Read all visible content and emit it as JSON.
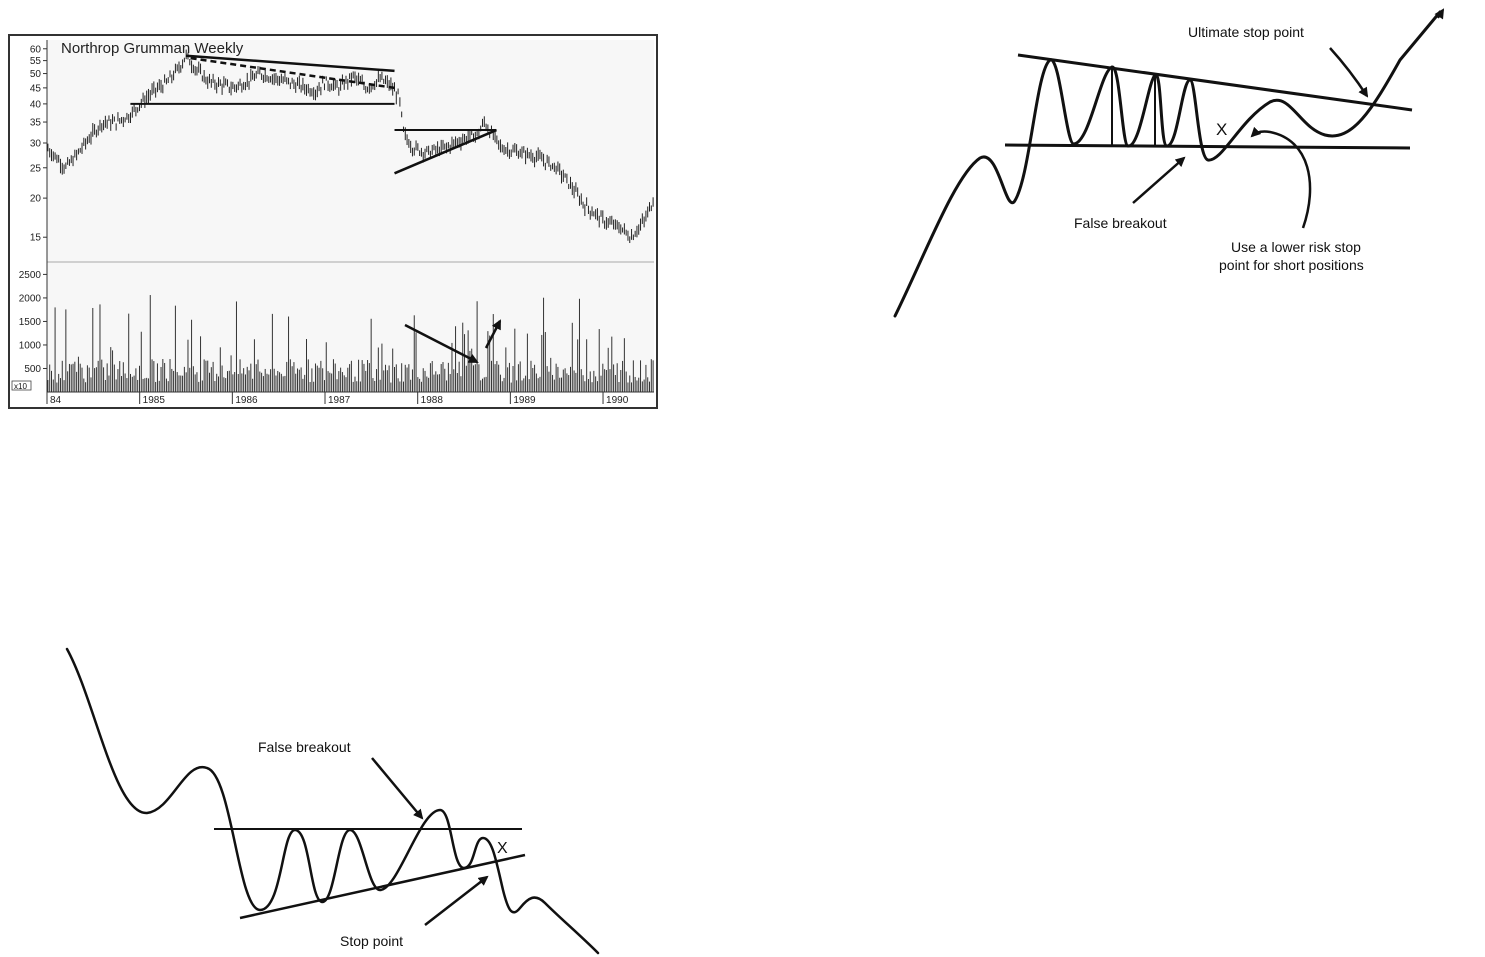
{
  "chart_data": [
    {
      "type": "bar",
      "title": "Northrop Grumman Weekly",
      "price_scale": "log",
      "price_ticks": [
        15,
        20,
        25,
        30,
        35,
        40,
        45,
        50,
        55,
        60
      ],
      "price_tick_labels": [
        "15",
        "20",
        "25",
        "30",
        "35",
        "40",
        "45",
        "50",
        "55",
        "60"
      ],
      "volume_ticks": [
        500,
        1000,
        1500,
        2000,
        2500
      ],
      "volume_tick_labels": [
        "500",
        "1000",
        "1500",
        "2000",
        "2500"
      ],
      "volume_unit_label": "x10",
      "x_tick_labels": [
        "84",
        "1985",
        "1986",
        "1987",
        "1988",
        "1989",
        "1990"
      ],
      "x_ticks": [
        1984.0,
        1985.0,
        1986.0,
        1987.0,
        1988.0,
        1989.0,
        1990.0
      ],
      "x_range": [
        1984.0,
        1990.55
      ],
      "price_path": [
        [
          1984.0,
          29
        ],
        [
          1984.1,
          27
        ],
        [
          1984.2,
          25
        ],
        [
          1984.3,
          27
        ],
        [
          1984.45,
          31
        ],
        [
          1984.6,
          35
        ],
        [
          1984.75,
          35
        ],
        [
          1984.9,
          37
        ],
        [
          1985.0,
          40
        ],
        [
          1985.15,
          44
        ],
        [
          1985.3,
          47
        ],
        [
          1985.42,
          52
        ],
        [
          1985.5,
          57
        ],
        [
          1985.6,
          52
        ],
        [
          1985.75,
          47
        ],
        [
          1985.9,
          46
        ],
        [
          1986.0,
          45
        ],
        [
          1986.15,
          47
        ],
        [
          1986.3,
          50
        ],
        [
          1986.5,
          48
        ],
        [
          1986.7,
          46
        ],
        [
          1986.9,
          44
        ],
        [
          1987.0,
          47
        ],
        [
          1987.15,
          45
        ],
        [
          1987.3,
          49
        ],
        [
          1987.45,
          45
        ],
        [
          1987.6,
          48
        ],
        [
          1987.7,
          46
        ],
        [
          1987.8,
          42
        ],
        [
          1987.85,
          32
        ],
        [
          1987.95,
          29
        ],
        [
          1988.1,
          28
        ],
        [
          1988.3,
          29
        ],
        [
          1988.5,
          31
        ],
        [
          1988.65,
          32
        ],
        [
          1988.72,
          35
        ],
        [
          1988.8,
          32
        ],
        [
          1988.9,
          29
        ],
        [
          1989.1,
          28
        ],
        [
          1989.3,
          27
        ],
        [
          1989.5,
          25
        ],
        [
          1989.65,
          22
        ],
        [
          1989.8,
          19
        ],
        [
          1990.0,
          17
        ],
        [
          1990.2,
          16
        ],
        [
          1990.3,
          15
        ],
        [
          1990.45,
          17
        ],
        [
          1990.55,
          20
        ]
      ],
      "annotations": {
        "top_resistance_line": [
          [
            1985.5,
            57
          ],
          [
            1987.75,
            51
          ]
        ],
        "dashed_trend_line": [
          [
            1985.55,
            56
          ],
          [
            1987.75,
            45
          ]
        ],
        "support_line": [
          [
            1984.9,
            40
          ],
          [
            1987.75,
            40
          ]
        ],
        "triangle_top_line": [
          [
            1987.75,
            33
          ],
          [
            1988.85,
            33
          ]
        ],
        "triangle_bottom_line": [
          [
            1987.75,
            24
          ],
          [
            1988.85,
            33
          ]
        ],
        "volume_arrows": "declining-then-rising"
      }
    },
    {
      "type": "line",
      "title": "",
      "labels": {
        "ultimate_stop": "Ultimate stop point",
        "false_breakout": "False breakout",
        "lower_risk_line1": "Use a lower risk stop",
        "lower_risk_line2": "point for short positions",
        "x_mark": "X"
      }
    },
    {
      "type": "line",
      "title": "",
      "labels": {
        "false_breakout": "False breakout",
        "stop_point": "Stop point",
        "x_mark": "X"
      }
    }
  ]
}
